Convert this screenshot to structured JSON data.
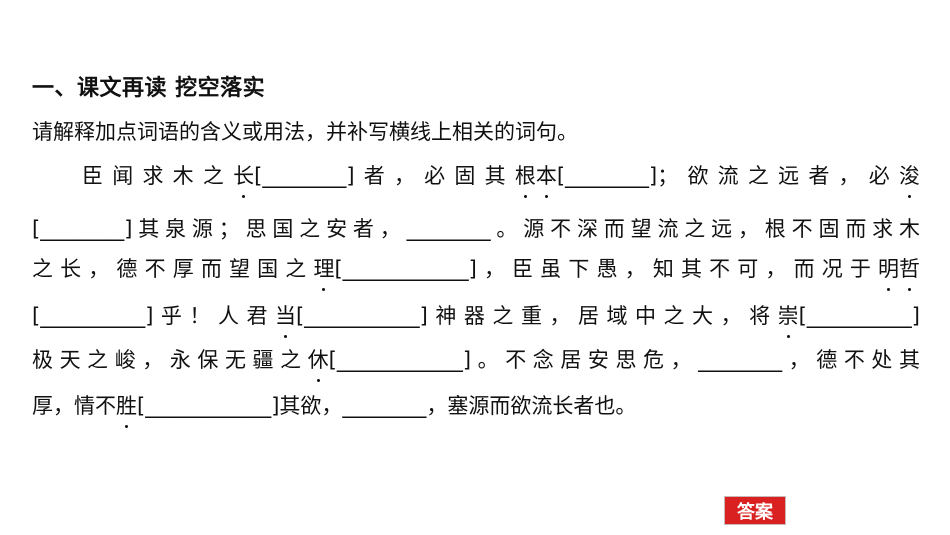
{
  "title": "一、课文再读 挖空落实",
  "instruction": "请解释加点词语的含义或用法，并补写横线上相关的词句。",
  "lines": [
    {
      "segments": [
        {
          "t": "臣闻求木之"
        },
        {
          "t": "长",
          "d": true
        },
        {
          "t": "[________]者，必固其"
        },
        {
          "t": "根",
          "d": true
        },
        {
          "t": "本",
          "d": true
        },
        {
          "t": "[________]；欲流之远者，必"
        },
        {
          "t": "浚",
          "d": true
        }
      ]
    },
    {
      "segments": [
        {
          "t": "[________]其泉源；思国之安者，________。源不深而望流之远，根不固而求木"
        }
      ]
    },
    {
      "segments": [
        {
          "t": "之长，德不厚而望国之"
        },
        {
          "t": "理",
          "d": true
        },
        {
          "t": "[____________]，臣虽下愚，知其不可，而况于"
        },
        {
          "t": "明",
          "d": true
        },
        {
          "t": "哲",
          "d": true
        }
      ]
    },
    {
      "segments": [
        {
          "t": "[__________]乎！人君"
        },
        {
          "t": "当",
          "d": true
        },
        {
          "t": "[___________]神器之重，居域中之大，将"
        },
        {
          "t": "崇",
          "d": true
        },
        {
          "t": "[__________]"
        }
      ]
    },
    {
      "segments": [
        {
          "t": "极天之峻，永保无疆之"
        },
        {
          "t": "休",
          "d": true
        },
        {
          "t": "[____________]。不念居安思危，________，德不处其"
        }
      ]
    },
    {
      "segments": [
        {
          "t": "厚，情不"
        },
        {
          "t": "胜",
          "d": true
        },
        {
          "t": "[____________]其欲，________，塞源而欲流长者也。"
        }
      ]
    }
  ],
  "answer_button": "答案",
  "colors": {
    "answer_bg": "#d92121"
  }
}
